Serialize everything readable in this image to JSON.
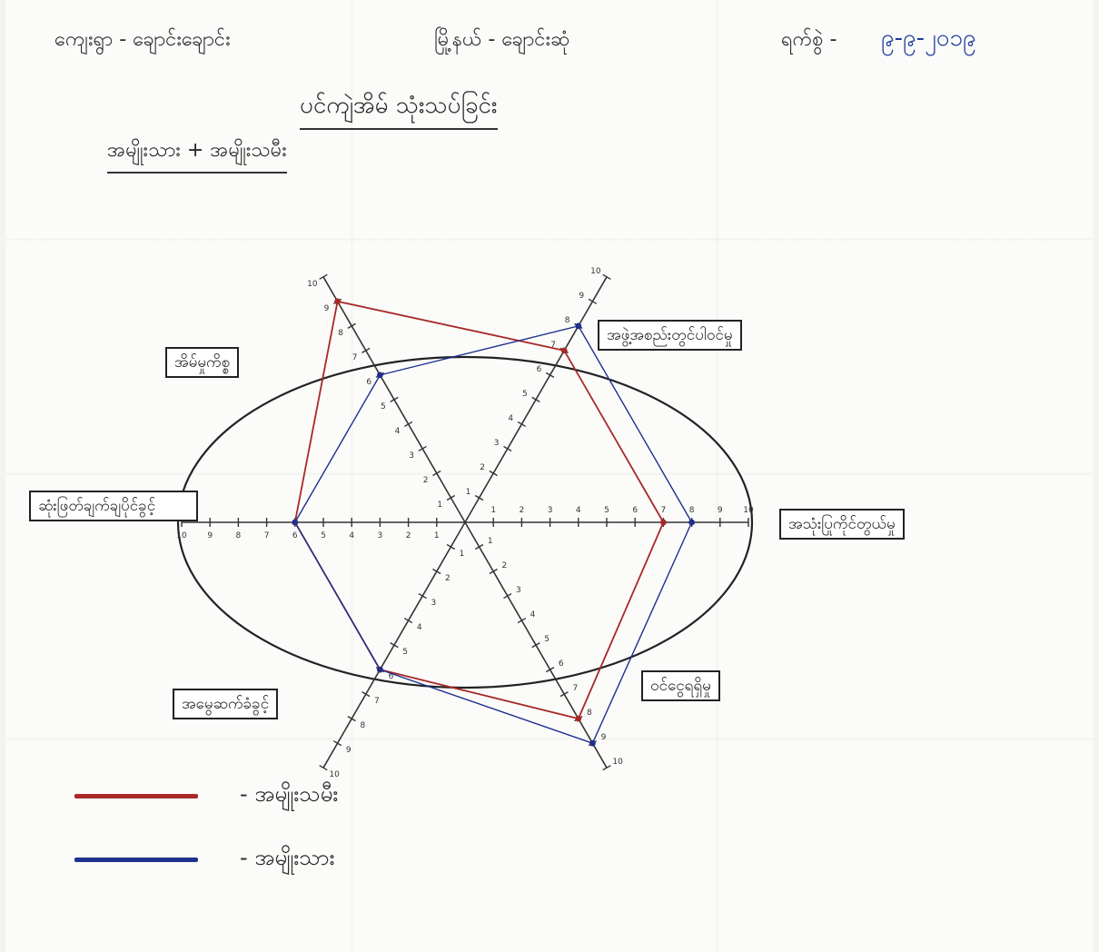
{
  "header": {
    "village": "ကျေးရွာ - ချောင်းချောင်း",
    "township": "မြို့နယ် - ချောင်းဆုံ",
    "date_label": "ရက်စွဲ -",
    "date_value": "၉-၉-၂၀၁၉"
  },
  "title": "ပင်ကျဲအိမ် သုံးသပ်ခြင်း",
  "subtitle": "အမျိုးသား + အမျိုးသမီး",
  "chart_data": {
    "type": "radar",
    "axes": [
      "အဖွဲ့အစည်းတွင်ပါဝင်မှု",
      "အသုံးပြုကိုင်တွယ်မှု",
      "ဝင်ငွေရရှိမှု",
      "အမွေဆက်ခံခွင့်",
      "ဆုံးဖြတ်ချက်ချပိုင်ခွင့်",
      "အိမ်မှုကိစ္စ"
    ],
    "axis_ticks": [
      "1",
      "2",
      "3",
      "4",
      "5",
      "6",
      "7",
      "8",
      "9",
      "10"
    ],
    "range": [
      0,
      10
    ],
    "series": [
      {
        "name": "အမျိုးသမီး",
        "color": "#a82828",
        "values": [
          7,
          7,
          8,
          6,
          6,
          9
        ]
      },
      {
        "name": "အမျိုးသား",
        "color": "#1f2f8f",
        "values": [
          8,
          8,
          9,
          6,
          6,
          6
        ]
      }
    ],
    "grid": false,
    "legend_position": "bottom-left"
  },
  "legend": [
    {
      "label": "- အမျိုးသမီး",
      "color": "#a82828"
    },
    {
      "label": "- အမျိုးသား",
      "color": "#1f2f8f"
    }
  ]
}
